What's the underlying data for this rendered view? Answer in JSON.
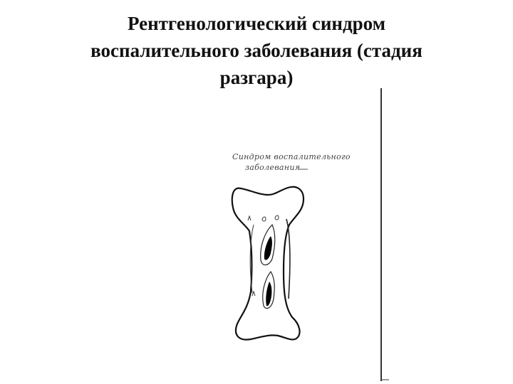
{
  "slide": {
    "title_lines": [
      "Рентгенологический синдром",
      "воспалительного заболевания (стадия",
      "разгара)"
    ]
  },
  "figure": {
    "handwritten_caption_lines": [
      "Синдром воспалительного",
      "заболевания"
    ],
    "icon": "bone-drawing-icon"
  }
}
